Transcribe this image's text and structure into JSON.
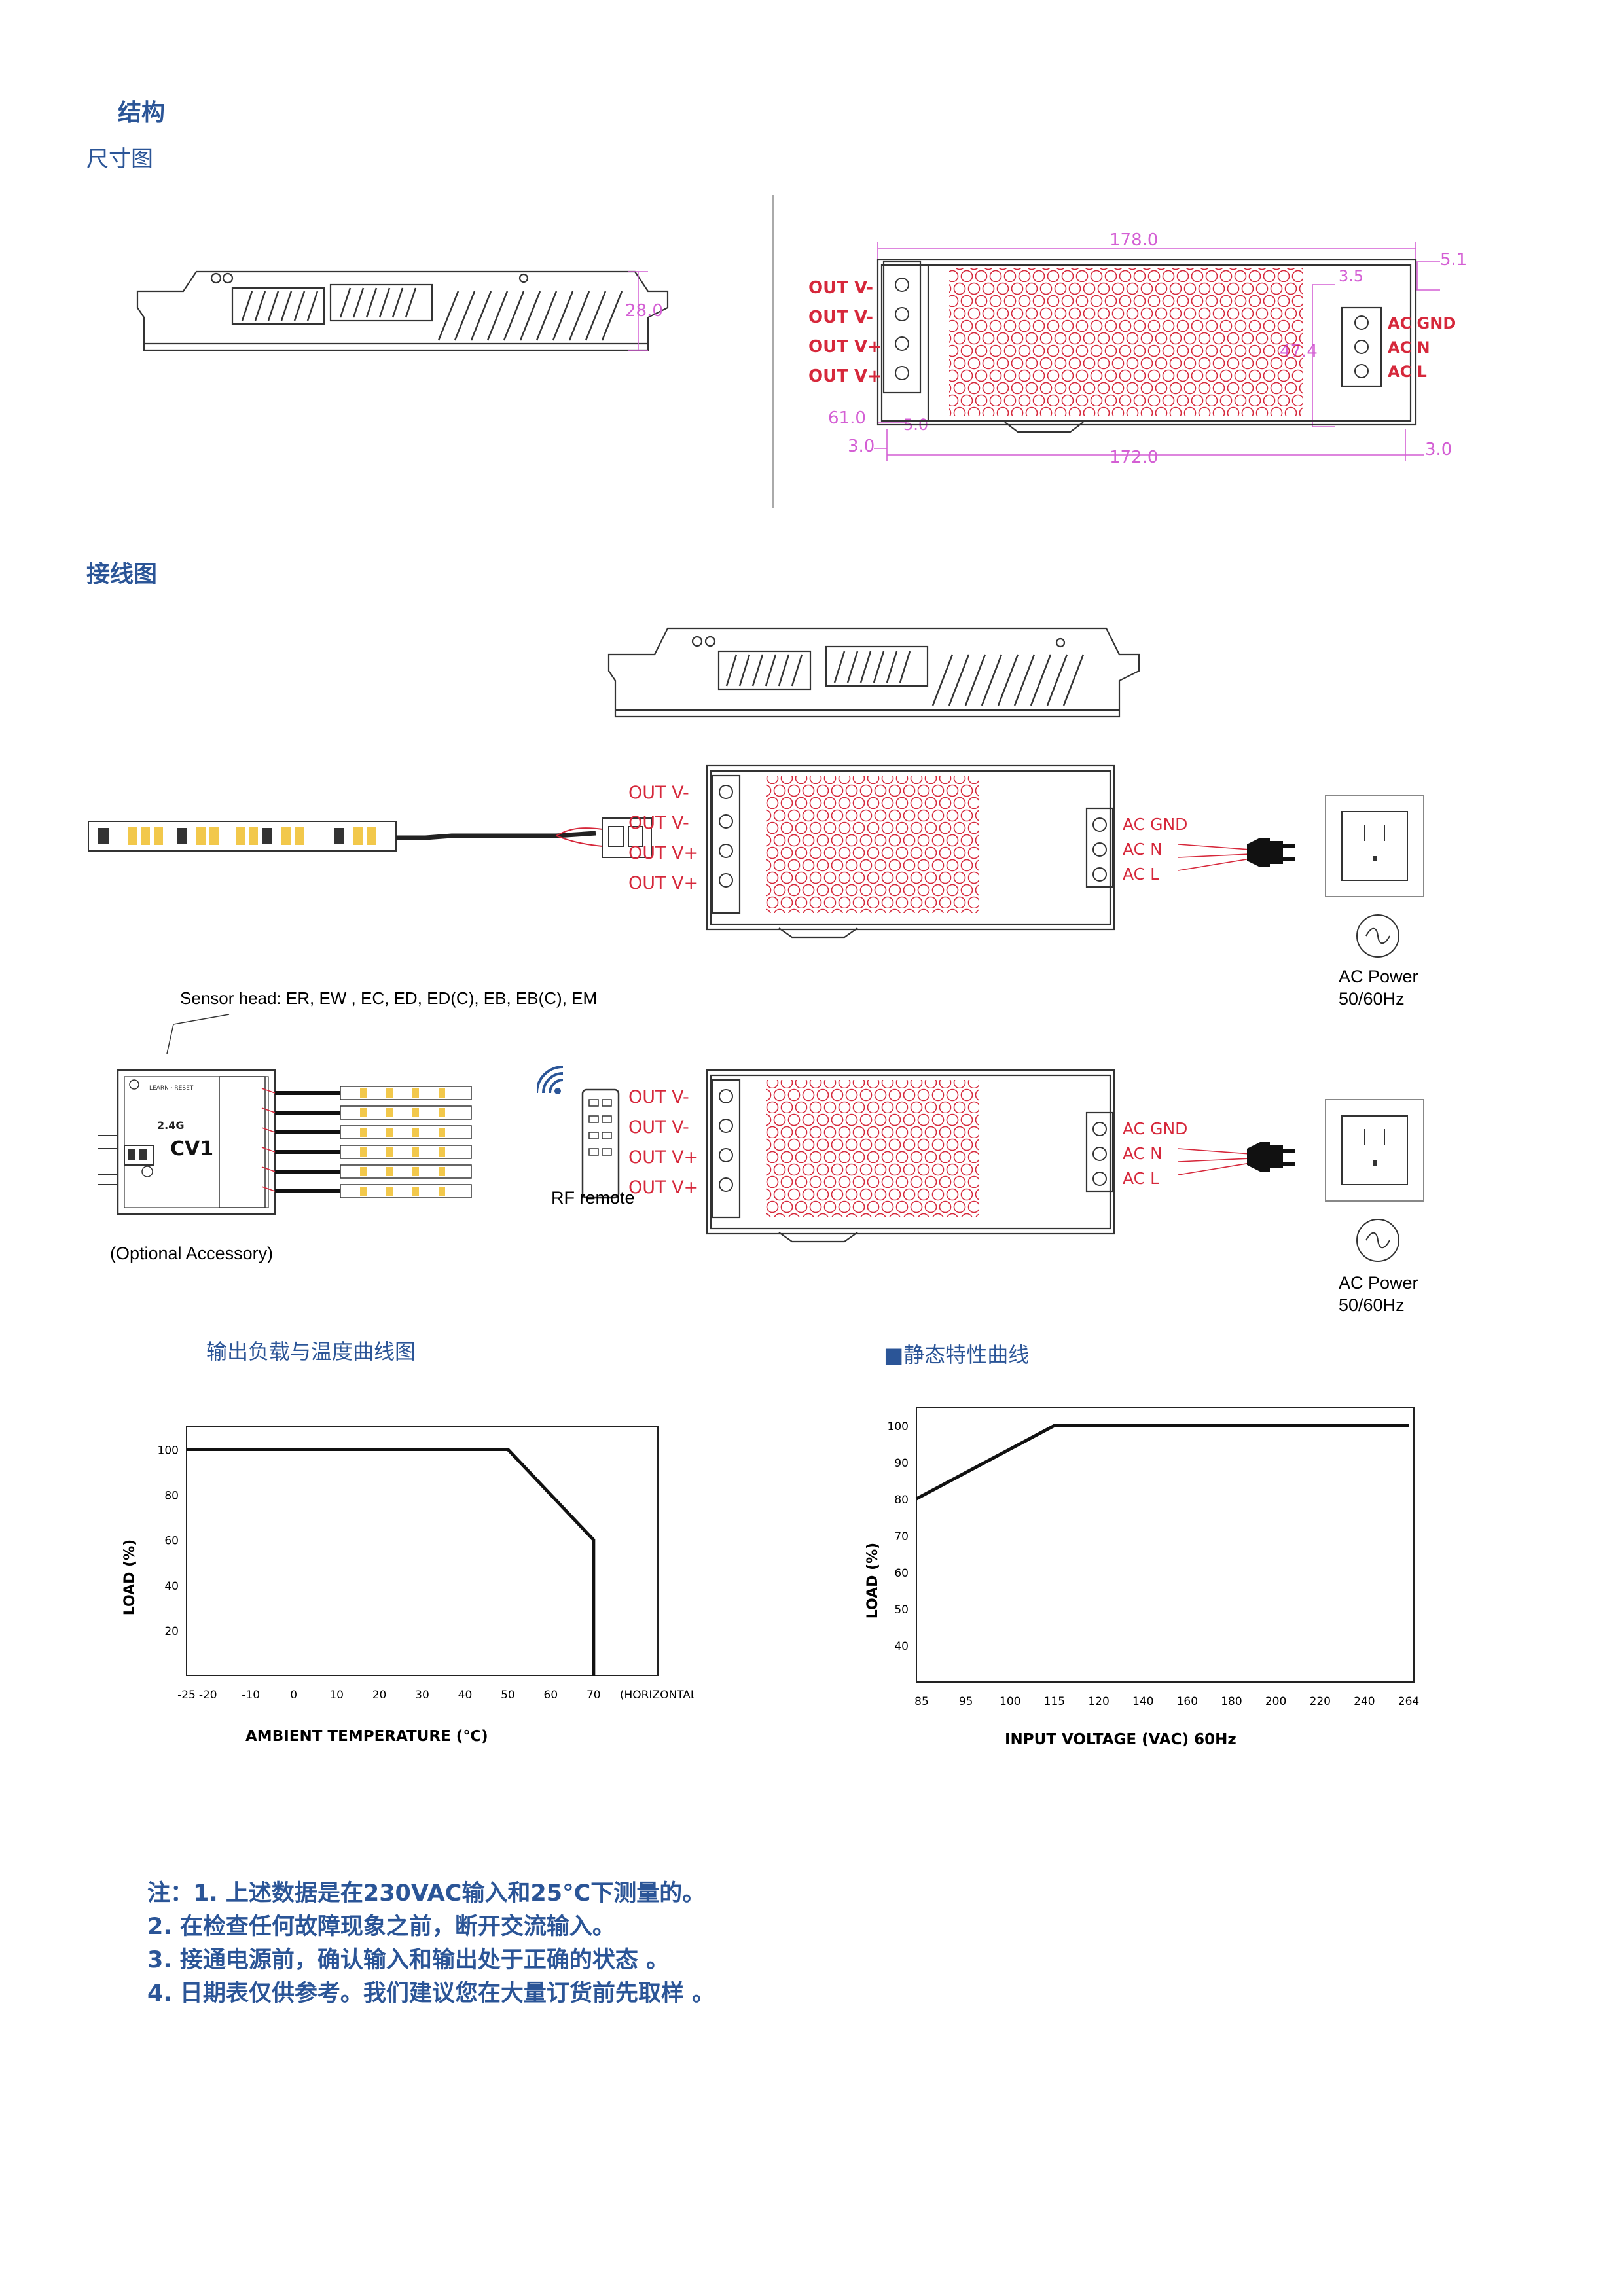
{
  "section_structure": "结构",
  "section_dimension": "尺寸图",
  "section_wiring": "接线图",
  "dimensions": {
    "height": "28.0",
    "total_length": "178.0",
    "inner_length": "172.0",
    "width": "47.4",
    "left_margin": "3.0",
    "right_margin": "3.0",
    "gap_right_top": "3.5",
    "gap_right": "5.1",
    "left_width": "61.0",
    "left_small": "5.0"
  },
  "terminals_out": [
    "OUT V-",
    "OUT V-",
    "OUT V+",
    "OUT V+"
  ],
  "terminals_ac": [
    "AC GND",
    "AC N",
    "AC L"
  ],
  "sensor_head_text": "Sensor head: ER, EW , EC, ED, ED(C), EB, EB(C), EM",
  "controller_label": "CV1",
  "controller_freq": "2.4G",
  "rf_remote": "RF remote",
  "optional_accessory": "(Optional Accessory)",
  "ac_power_line1": "AC Power",
  "ac_power_line2": "50/60Hz",
  "charts": {
    "left_title": "输出负载与温度曲线图",
    "right_title": "■静态特性曲线"
  },
  "chart_data": [
    {
      "type": "line",
      "title": "输出负载与温度曲线图",
      "xlabel": "AMBIENT TEMPERATURE (℃)",
      "ylabel": "LOAD (%)",
      "x_ticks": [
        "-25",
        "-20",
        "-10",
        "0",
        "10",
        "20",
        "30",
        "40",
        "50",
        "60",
        "70"
      ],
      "x_tick_suffix": "(HORIZONTAL)",
      "y_ticks": [
        "20",
        "40",
        "60",
        "80",
        "100"
      ],
      "xlim": [
        -25,
        85
      ],
      "ylim": [
        0,
        110
      ],
      "series": [
        {
          "x": [
            -25,
            50,
            70,
            70
          ],
          "y": [
            100,
            100,
            60,
            0
          ]
        }
      ]
    },
    {
      "type": "line",
      "title": "■静态特性曲线",
      "xlabel": "INPUT VOLTAGE (VAC) 60Hz",
      "ylabel": "LOAD (%)",
      "x_ticks": [
        "85",
        "95",
        "100",
        "115",
        "120",
        "140",
        "160",
        "180",
        "200",
        "220",
        "240",
        "264"
      ],
      "y_ticks": [
        "40",
        "50",
        "60",
        "70",
        "80",
        "90",
        "100"
      ],
      "ylim": [
        30,
        105
      ],
      "series": [
        {
          "x": [
            "85",
            "115",
            "264"
          ],
          "y": [
            80,
            100,
            100
          ]
        }
      ]
    }
  ],
  "notes": [
    "注：1. 上述数据是在230VAC输入和25°C下测量的。",
    "2. 在检查任何故障现象之前，断开交流输入。",
    "3. 接通电源前，确认输入和输出处于正确的状态 。",
    "4. 日期表仅供参考。我们建议您在大量订货前先取样 。"
  ]
}
